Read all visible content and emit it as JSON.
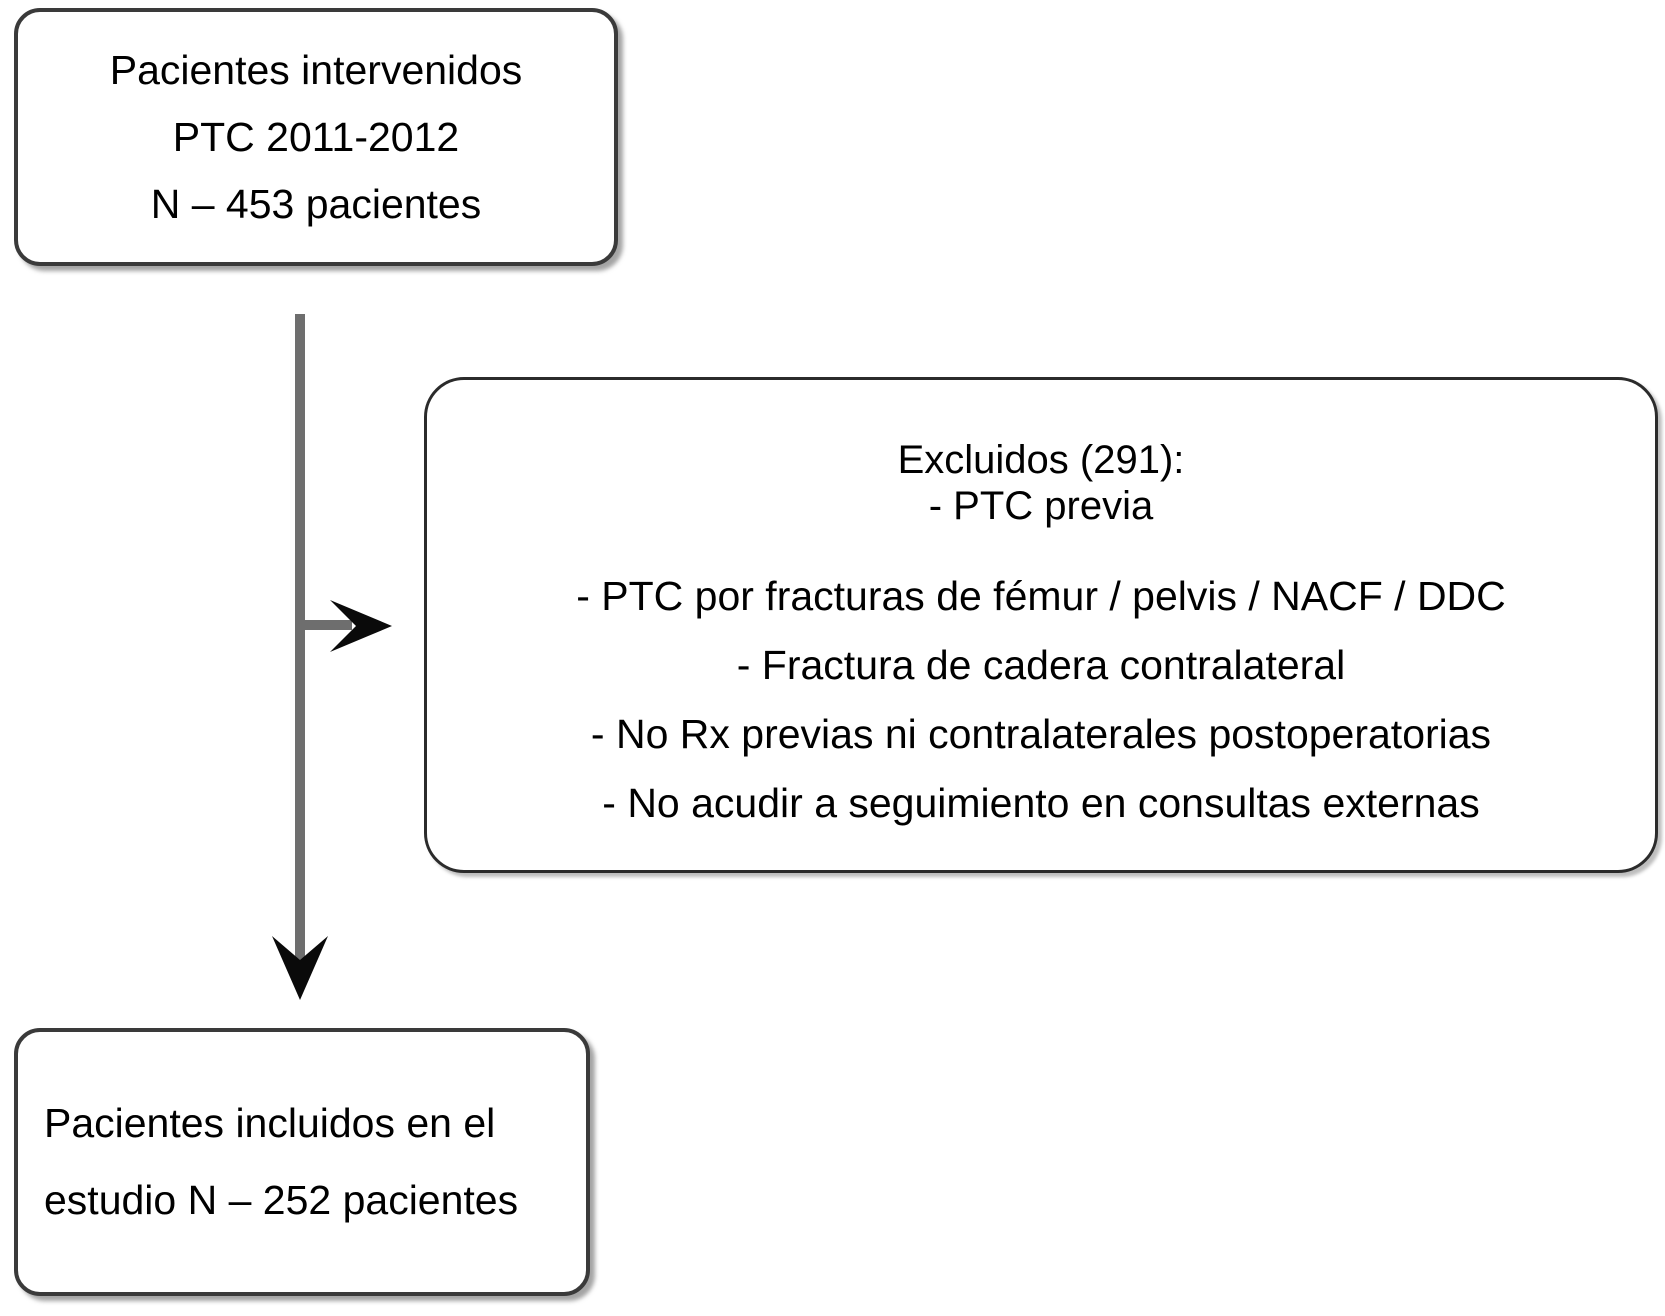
{
  "diagram": {
    "type": "flowchart",
    "orientation": "vertical-with-side-branch",
    "language": "es",
    "colors": {
      "background": "#ffffff",
      "box_fill": "#ffffff",
      "box_border_heavy": "#3a3a3a",
      "box_border_thin": "#2b2b2b",
      "connector_line": "#6e6e6e",
      "arrow_head": "#000000",
      "text": "#000000"
    }
  },
  "nodes": {
    "intervened": {
      "id": "pacientes-intervenidos",
      "lines": [
        "Pacientes intervenidos",
        "PTC 2011-2012",
        "N – 453 pacientes"
      ],
      "count": 453
    },
    "excluded": {
      "id": "excluidos",
      "heading": "Excluidos (291):",
      "heading_sub": "- PTC previa",
      "count": 291,
      "items": [
        "- PTC por fracturas de fémur / pelvis / NACF / DDC",
        "- Fractura de cadera contralateral",
        "- No Rx previas ni contralaterales postoperatorias",
        "- No acudir a seguimiento en consultas externas"
      ]
    },
    "included": {
      "id": "pacientes-incluidos",
      "lines": [
        "Pacientes incluidos en el",
        "estudio N – 252 pacientes"
      ],
      "count": 252
    }
  },
  "connectors": [
    {
      "name": "main-vertical-connector",
      "from": "intervened",
      "to": "included",
      "direction": "down"
    },
    {
      "name": "exclusion-branch-connector",
      "from": "main-vertical-connector",
      "to": "excluded",
      "direction": "right"
    }
  ]
}
